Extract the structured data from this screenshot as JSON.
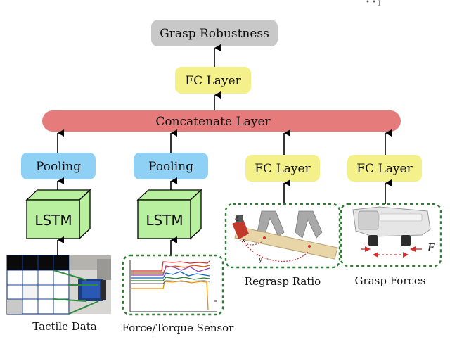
{
  "header_fragment": "• • j",
  "nodes": {
    "output": "Grasp Robustness",
    "fc_top": "FC Layer",
    "concat": "Concatenate Layer",
    "pool_1": "Pooling",
    "pool_2": "Pooling",
    "fc_3": "FC Layer",
    "fc_4": "FC Layer",
    "lstm_1": "LSTM",
    "lstm_2": "LSTM"
  },
  "captions": {
    "tactile": "Tactile Data",
    "force_torque": "Force/Torque Sensor",
    "regrasp": "Regrasp Ratio",
    "grasp_forces": "Grasp Forces"
  },
  "annotations": {
    "force_symbol": "F",
    "x_symbol": "x",
    "y_symbol": "y",
    "d_symbol": "d"
  },
  "colors": {
    "output_fill": "#c8c8c8",
    "fc_fill": "#f4f08a",
    "concat_fill": "#e57b7b",
    "pool_fill": "#8fd1f5",
    "lstm_fill": "#b8f0a0",
    "dashed_green": "#2e7d32"
  }
}
